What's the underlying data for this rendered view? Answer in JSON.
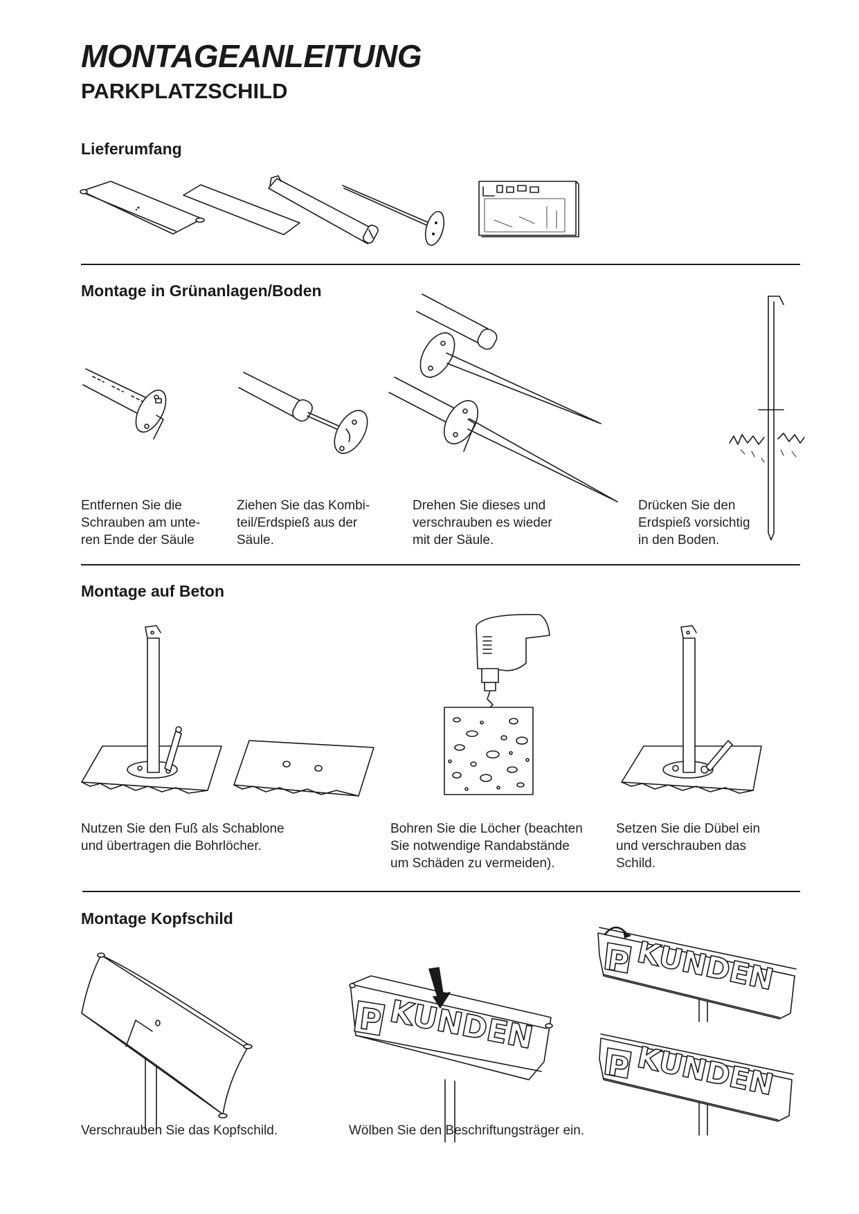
{
  "header": {
    "title": "MONTAGEANLEITUNG",
    "subtitle": "PARKPLATZSCHILD"
  },
  "sections": {
    "delivery": {
      "heading": "Lieferumfang"
    },
    "green": {
      "heading": "Montage in Grünanlagen/Boden",
      "steps": [
        {
          "caption": "Entfernen Sie die\nSchrauben am unte-\nren Ende der Säule"
        },
        {
          "caption": "Ziehen Sie das Kombi-\nteil/Erdspieß aus der\nSäule."
        },
        {
          "caption": "Drehen Sie dieses und\nverschrauben es wieder\nmit der Säule."
        },
        {
          "caption": "Drücken Sie den\nErdspieß vorsichtig\nin den Boden."
        }
      ]
    },
    "concrete": {
      "heading": "Montage auf Beton",
      "steps": [
        {
          "caption": "Nutzen Sie den Fuß als Schablone\nund übertragen die Bohrlöcher."
        },
        {
          "caption": "Bohren Sie die Löcher (beachten\nSie notwendige Randabstände\num Schäden zu vermeiden)."
        },
        {
          "caption": "Setzen Sie die Dübel ein\nund verschrauben das\nSchild."
        }
      ]
    },
    "headsign": {
      "heading": "Montage Kopfschild",
      "steps": [
        {
          "caption": "Verschrauben Sie das Kopfschild."
        },
        {
          "caption": "Wölben Sie den Beschriftungsträger ein."
        }
      ],
      "sign_letter": "P",
      "sign_word": "KUNDEN"
    }
  }
}
